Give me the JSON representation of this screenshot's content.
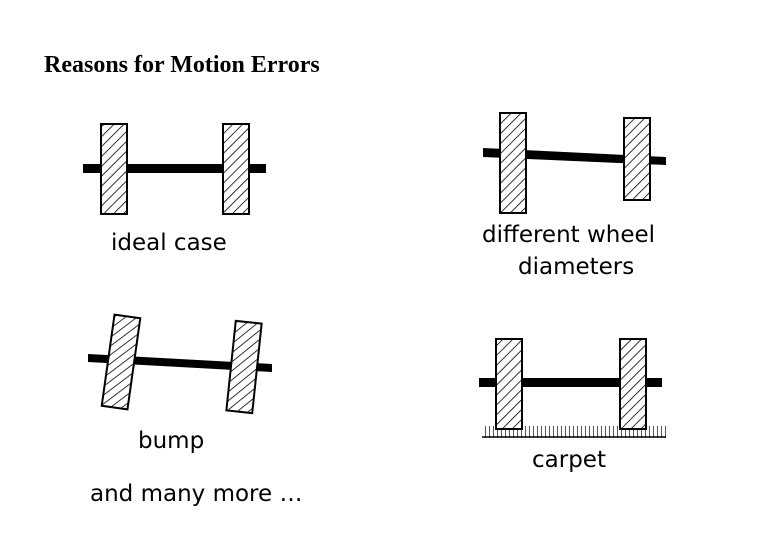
{
  "title": "Reasons for Motion Errors",
  "labels": {
    "ideal": "ideal case",
    "diameter_line1": "different wheel",
    "diameter_line2": "diameters",
    "bump": "bump",
    "carpet": "carpet",
    "more": "and many more …"
  },
  "colors": {
    "axle": "#000000",
    "wheel_fill": "#ffffff",
    "hatch": "#000000",
    "carpet_dots": "#444444"
  }
}
